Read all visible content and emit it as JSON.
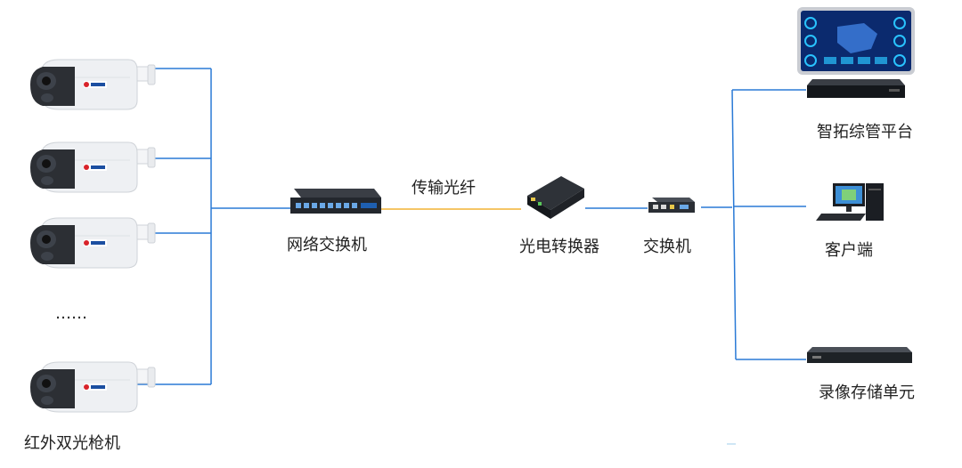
{
  "colors": {
    "network_line": "#2a7ad6",
    "fiber_line": "#f2b233",
    "device_dark": "#1a1d22",
    "camera_body": "#eef0f3",
    "camera_lens": "#2c2f34",
    "screen_bg": "#0b2a6e",
    "screen_accent": "#29c3ff"
  },
  "labels": {
    "cameras": "红外双光枪机",
    "ellipsis": "……",
    "network_switch": "网络交换机",
    "fiber": "传输光纤",
    "media_converter": "光电转换器",
    "switch": "交换机",
    "platform": "智拓综管平台",
    "client": "客户端",
    "storage": "录像存储单元"
  },
  "icons": {
    "camera": "bullet-camera-icon",
    "network_switch": "network-switch-icon",
    "media_converter": "media-converter-icon",
    "switch": "small-switch-icon",
    "monitor": "dashboard-monitor-icon",
    "server": "server-icon",
    "client": "desktop-computer-icon",
    "storage": "nvr-storage-icon"
  }
}
